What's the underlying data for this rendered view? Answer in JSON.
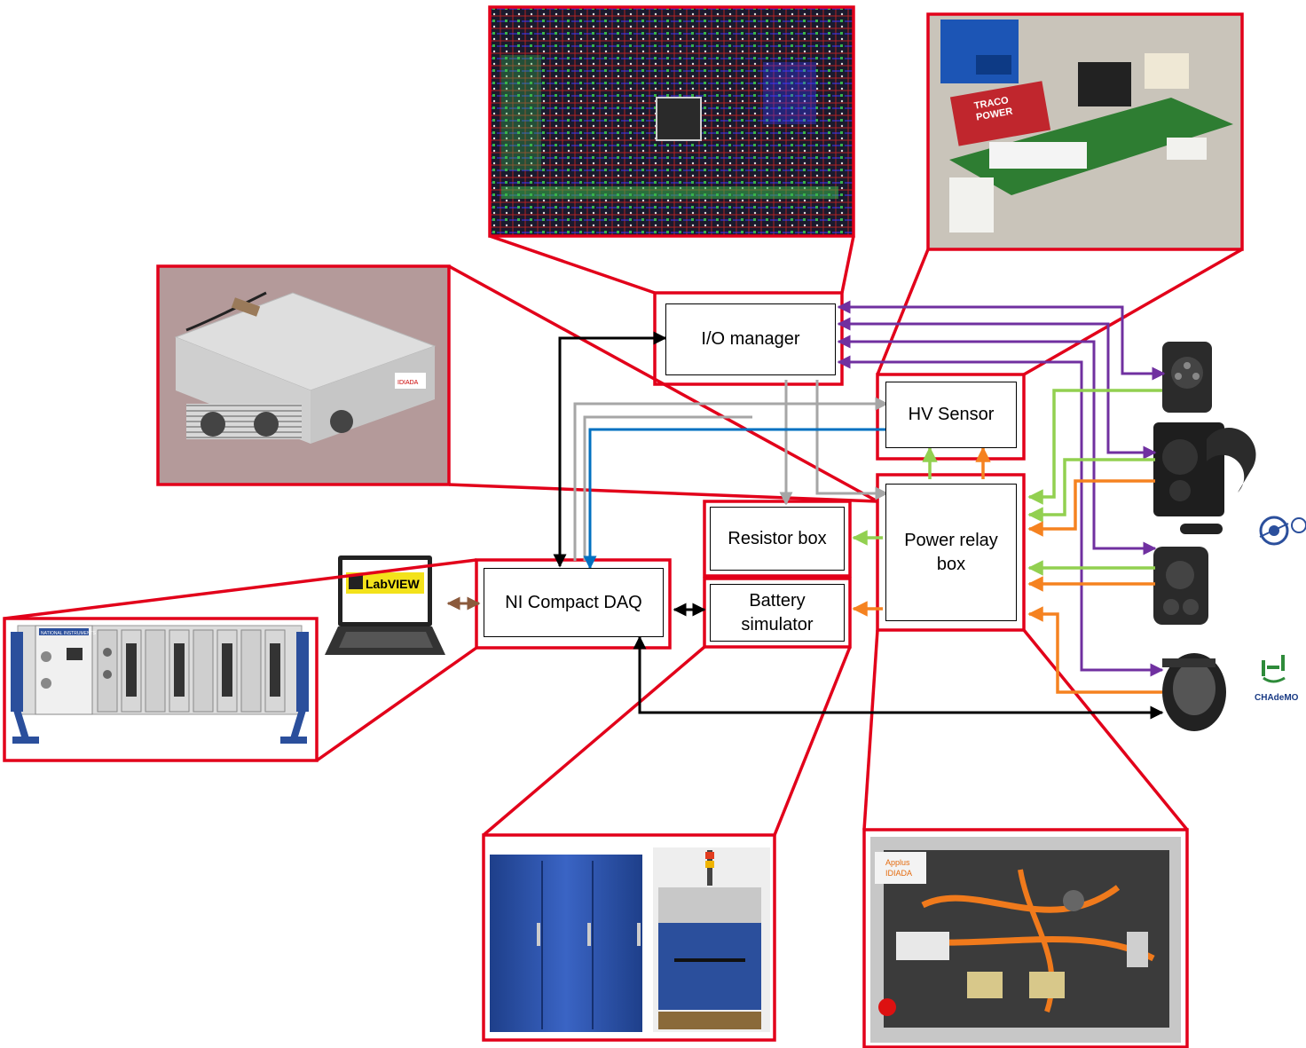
{
  "blocks": {
    "io_manager": "I/O manager",
    "hv_sensor": "HV Sensor",
    "resistor_box": "Resistor box",
    "power_relay_1": "Power relay",
    "power_relay_2": "box",
    "battery_sim_1": "Battery",
    "battery_sim_2": "simulator",
    "ni_daq": "NI Compact DAQ"
  },
  "photo_labels": {
    "labview": "LabVIEW",
    "ni_brand": "NATIONAL INSTRUMENTS",
    "traco_1": "TRACO",
    "traco_2": "POWER",
    "idiada_1": "Applus",
    "idiada_2": "IDIADA",
    "idiada_small": "IDIADA"
  },
  "logos": {
    "chademo": "CHAdeMO"
  },
  "colors": {
    "callout": "#e2001a",
    "purple": "#7030a0",
    "green": "#92d050",
    "orange": "#f58220",
    "gray": "#a6a6a6",
    "blue": "#0070c0",
    "black": "#000000",
    "brown": "#8b5a3c",
    "panel_blue": "#2b4f9c"
  }
}
